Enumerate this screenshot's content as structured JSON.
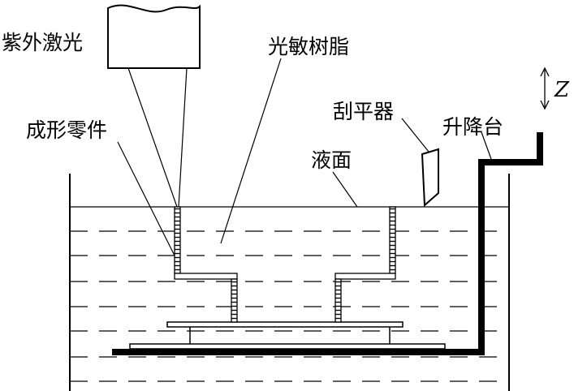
{
  "labels": {
    "uv_laser": "紫外激光",
    "photosensitive_resin": "光敏树脂",
    "formed_part": "成形零件",
    "scraper": "刮平器",
    "elevator_platform": "升降台",
    "liquid_surface": "液面",
    "z_axis": "Z"
  },
  "colors": {
    "ink": "#000000",
    "background": "#ffffff"
  }
}
